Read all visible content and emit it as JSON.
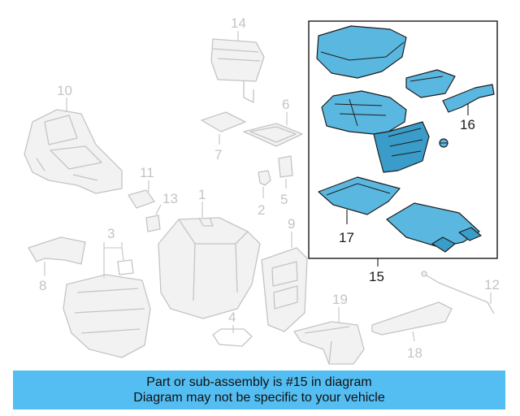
{
  "diagram": {
    "callouts": {
      "c1": "1",
      "c2": "2",
      "c3": "3",
      "c4": "4",
      "c5": "5",
      "c6": "6",
      "c7": "7",
      "c8": "8",
      "c9": "9",
      "c10": "10",
      "c11": "11",
      "c12": "12",
      "c13": "13",
      "c14": "14",
      "c15": "15",
      "c16": "16",
      "c17": "17",
      "c18": "18",
      "c19": "19"
    },
    "highlight_color": "#5ab8e0",
    "ghost_color": "#c4c4c4"
  },
  "banner": {
    "line1": "Part or sub-assembly is #15 in diagram",
    "line2": "Diagram may not be specific to your vehicle",
    "background": "#54bdf2"
  }
}
